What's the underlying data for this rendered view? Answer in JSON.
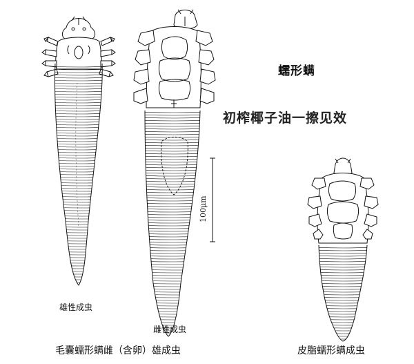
{
  "title": "蠕形螨",
  "tagline": "初榨椰子油一擦见效",
  "specimens": {
    "male_label": "雄性成虫",
    "female_label": "雌性成虫",
    "follicle_caption": "毛囊蠕形螨雌（含卵）雄成虫",
    "sebaceous_caption": "皮脂蠕形螨成虫"
  },
  "scale_bar": {
    "label": "100μm"
  },
  "colors": {
    "ink": "#111111",
    "paper": "#ffffff"
  }
}
